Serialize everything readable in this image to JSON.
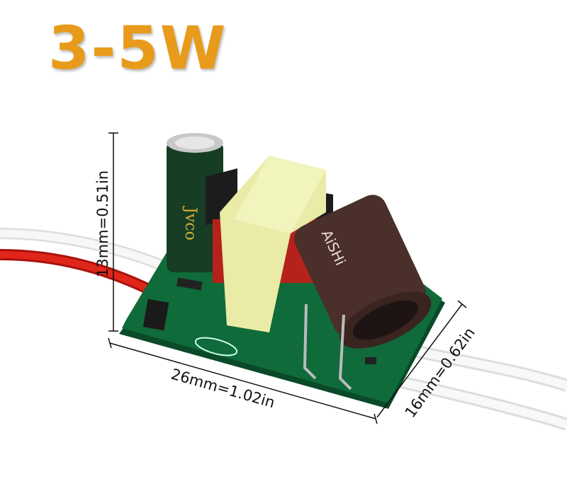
{
  "title": "3-5W",
  "dimensions": {
    "height": "13mm=0.51in",
    "length": "26mm=1.02in",
    "width": "16mm=0.62in"
  },
  "component_labels": {
    "capacitor_large": "AiSHi",
    "capacitor_small": "Jvco"
  },
  "colors": {
    "title": "#e89b1a",
    "pcb": "#0f6b3a",
    "transformer": "#e9eba6",
    "capacitor_large": "#4a2f2a"
  }
}
